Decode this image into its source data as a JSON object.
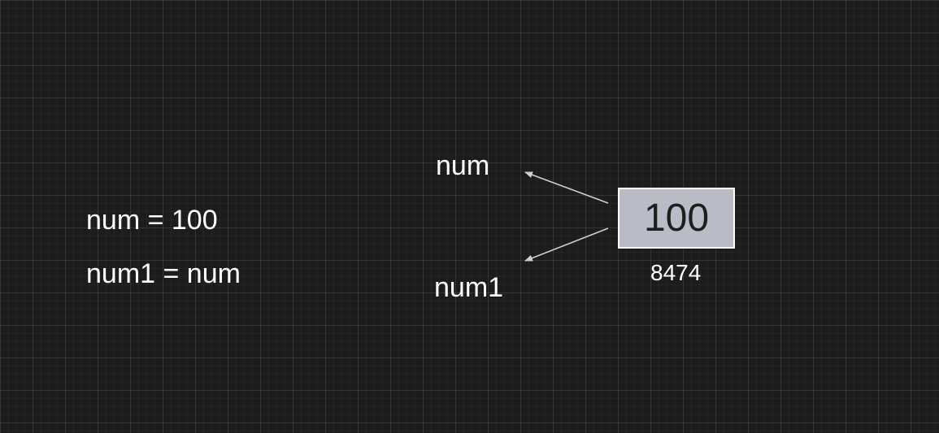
{
  "code": {
    "line1": "num = 100",
    "line2": "num1 = num"
  },
  "variables": {
    "num": "num",
    "num1": "num1"
  },
  "object": {
    "value": "100",
    "address": "8474"
  },
  "colors": {
    "background": "#1c1c1c",
    "box_fill": "#b9bcc6",
    "box_border": "#ffffff",
    "text": "#ffffff",
    "arrow": "#d0d0d0"
  }
}
